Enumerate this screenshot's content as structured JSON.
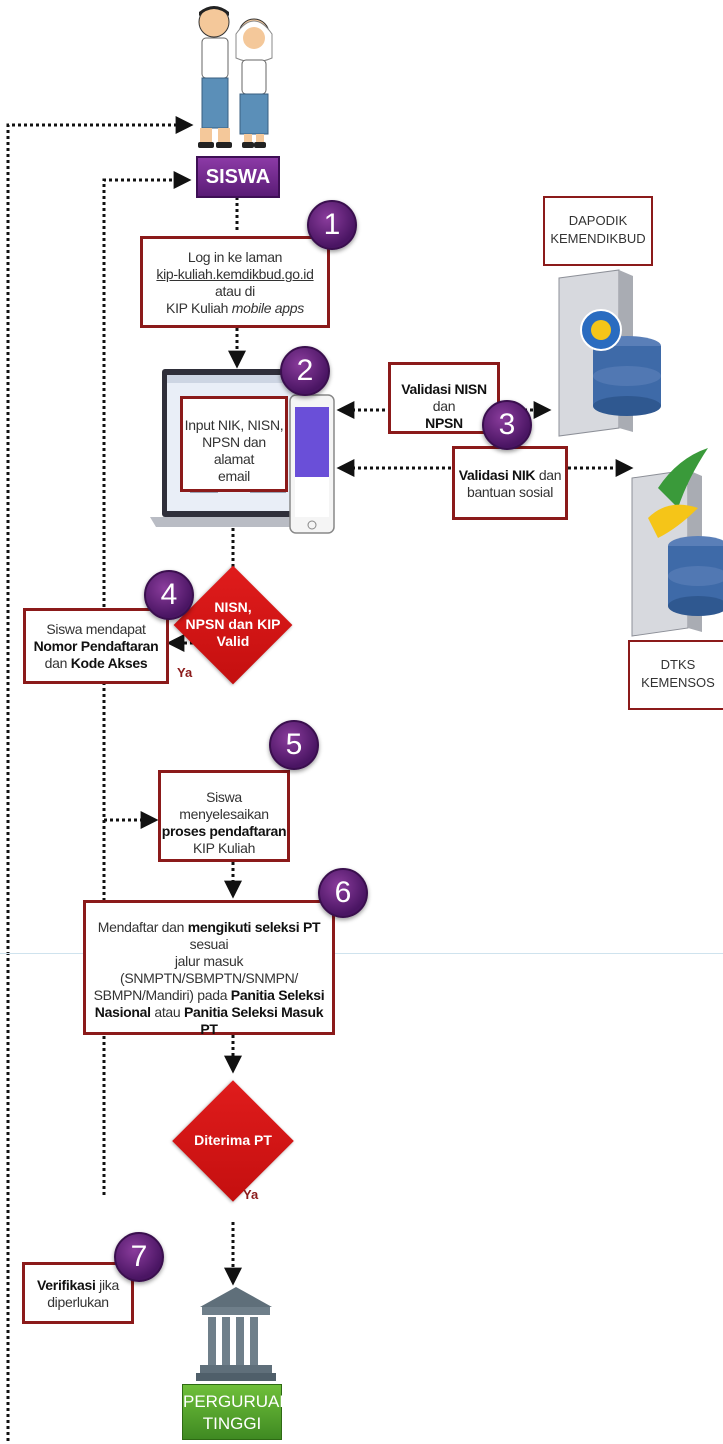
{
  "actors": {
    "siswa": "SISWA",
    "pt_line1": "PERGURUAN",
    "pt_line2": "TINGGI",
    "dapodik_line1": "DAPODIK",
    "dapodik_line2": "KEMENDIKBUD",
    "dtks_line1": "DTKS",
    "dtks_line2": "KEMENSOS"
  },
  "steps": {
    "step1": {
      "num": "1",
      "l1": "Log in ke laman",
      "link": "kip-kuliah.kemdikbud.go.id",
      "l2b": " atau di",
      "l3a": "KIP Kuliah ",
      "l3b": "mobile apps"
    },
    "step2": {
      "num": "2",
      "l1": "Input NIK, NISN,",
      "l2": "NPSN dan alamat",
      "l3": "email"
    },
    "step3": {
      "num": "3",
      "a_bold": "Validasi NISN",
      "a_text": " dan",
      "a_bold2": "NPSN",
      "b_bold": "Validasi NIK",
      "b_text": " dan",
      "b_l2": "bantuan sosial"
    },
    "step4": {
      "num": "4",
      "l1": "Siswa mendapat",
      "l2": "Nomor Pendaftaran",
      "l3a": "dan ",
      "l3b": "Kode Akses"
    },
    "step5": {
      "num": "5",
      "l1": "Siswa menyelesaikan",
      "l2": "proses pendaftaran",
      "l3": "KIP Kuliah"
    },
    "step6": {
      "num": "6",
      "l1a": "Mendaftar dan ",
      "l1b": "mengikuti seleksi PT",
      "l1c": " sesuai",
      "l2": "jalur masuk (SNMPTN/SBMPTN/SNMPN/",
      "l3a": "SBMPN/Mandiri) pada ",
      "l3b": "Panitia Seleksi",
      "l4a": "Nasional",
      "l4b": " atau ",
      "l4c": "Panitia Seleksi Masuk PT"
    },
    "step7": {
      "num": "7",
      "l1a": "Verifikasi",
      "l1b": " jika",
      "l2": "diperlukan"
    }
  },
  "decisions": {
    "d1_l1": "NISN,",
    "d1_l2": "NPSN dan KIP",
    "d1_l3": "Valid",
    "d1_yes": "Ya",
    "d2": "Diterima PT",
    "d2_yes": "Ya"
  },
  "colors": {
    "box_border": "#8b1a1a",
    "badge": "#5a1c76",
    "decision": "#d41515",
    "siswa_label": "#6a2488",
    "pt_label": "#4f9a2a"
  }
}
